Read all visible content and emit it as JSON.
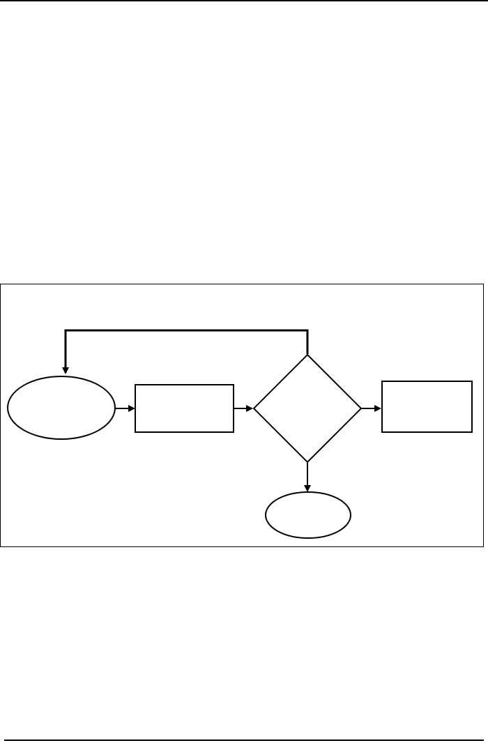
{
  "colors": {
    "stroke": "#000000",
    "background": "#ffffff"
  },
  "diagram": {
    "type": "flowchart",
    "nodes": [
      {
        "id": "start",
        "shape": "ellipse",
        "label": ""
      },
      {
        "id": "process",
        "shape": "rectangle",
        "label": ""
      },
      {
        "id": "decision",
        "shape": "diamond",
        "label": ""
      },
      {
        "id": "output",
        "shape": "rectangle",
        "label": ""
      },
      {
        "id": "end",
        "shape": "ellipse",
        "label": ""
      }
    ],
    "edges": [
      {
        "from": "start",
        "to": "process"
      },
      {
        "from": "process",
        "to": "decision"
      },
      {
        "from": "decision",
        "to": "output"
      },
      {
        "from": "decision",
        "to": "end"
      },
      {
        "from": "decision",
        "to": "start"
      }
    ]
  }
}
